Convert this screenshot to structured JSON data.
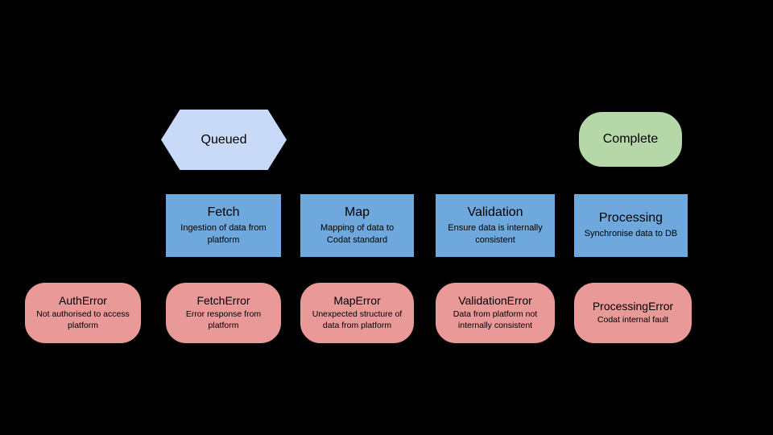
{
  "colors": {
    "background": "#000000",
    "queued_fill": "#c9daf8",
    "complete_fill": "#b6d7a8",
    "stage_fill": "#6fa8dc",
    "error_fill": "#ea9999"
  },
  "states": {
    "queued": {
      "label": "Queued"
    },
    "complete": {
      "label": "Complete"
    }
  },
  "stages": [
    {
      "title": "Fetch",
      "subtitle": "Ingestion of data from platform"
    },
    {
      "title": "Map",
      "subtitle": "Mapping of data to Codat standard"
    },
    {
      "title": "Validation",
      "subtitle": "Ensure data is internally consistent"
    },
    {
      "title": "Processing",
      "subtitle": "Synchronise data to DB"
    }
  ],
  "errors": [
    {
      "title": "AuthError",
      "subtitle": "Not authorised to access platform"
    },
    {
      "title": "FetchError",
      "subtitle": "Error response from platform"
    },
    {
      "title": "MapError",
      "subtitle": "Unexpected structure of data from platform"
    },
    {
      "title": "ValidationError",
      "subtitle": "Data from platform not internally consistent"
    },
    {
      "title": "ProcessingError",
      "subtitle": "Codat internal fault"
    }
  ]
}
